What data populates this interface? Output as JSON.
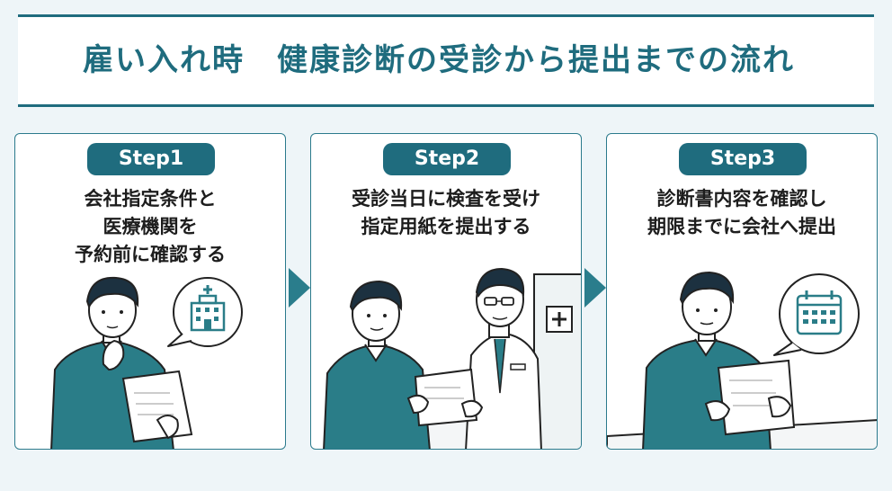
{
  "header": {
    "title": "雇い入れ時　健康診断の受診から提出までの流れ"
  },
  "colors": {
    "accent": "#1f6c7e",
    "sweater": "#2a7d88",
    "background": "#eef5f8"
  },
  "steps": [
    {
      "badge": "Step1",
      "lines": [
        "会社指定条件と",
        "医療機関を",
        "予約前に確認する"
      ],
      "icon": "hospital-icon"
    },
    {
      "badge": "Step2",
      "lines": [
        "受診当日に検査を受け",
        "指定用紙を提出する"
      ],
      "icon": "medical-cross-icon"
    },
    {
      "badge": "Step3",
      "lines": [
        "診断書内容を確認し",
        "期限までに会社へ提出"
      ],
      "icon": "calendar-icon"
    }
  ]
}
